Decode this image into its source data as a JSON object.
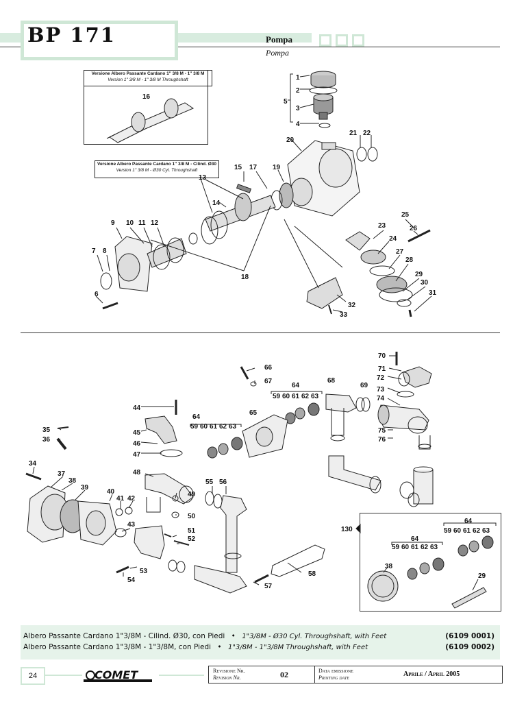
{
  "header": {
    "title": "BP 171",
    "section_it": "Pompa",
    "section_en": "Pompa"
  },
  "insets": [
    {
      "line1": "Versione Albero Passante Cardano 1\" 3/8 M - 1\" 3/8 M",
      "line2": "Version 1\" 3/8 M - 1\" 3/8 M Throughshaft"
    },
    {
      "line1": "Versione Albero Passante Cardano 1\" 3/8 M - Cilind. Ø30",
      "line2": "Version 1\" 3/8 M - Ø30 Cyl. Throughshaft"
    }
  ],
  "callouts_top": [
    "1",
    "2",
    "5",
    "3",
    "4",
    "16",
    "20",
    "21",
    "22",
    "15",
    "17",
    "19",
    "13",
    "14",
    "9",
    "10",
    "11",
    "12",
    "7",
    "8",
    "18",
    "6",
    "25",
    "26",
    "23",
    "24",
    "27",
    "28",
    "29",
    "30",
    "31",
    "32",
    "33"
  ],
  "callouts_bottom": [
    "70",
    "71",
    "72",
    "73",
    "74",
    "66",
    "67",
    "64",
    "59",
    "60",
    "61",
    "62",
    "63",
    "68",
    "69",
    "44",
    "65",
    "35",
    "36",
    "45",
    "46",
    "47",
    "75",
    "76",
    "34",
    "48",
    "37",
    "38",
    "39",
    "40",
    "41",
    "42",
    "55",
    "56",
    "49",
    "50",
    "43",
    "51",
    "52",
    "53",
    "54",
    "58",
    "57",
    "130",
    "29"
  ],
  "footer": {
    "rows": [
      {
        "it": "Albero Passante Cardano 1\"3/8M - Cilind. Ø30, con Piedi",
        "bullet": "•",
        "en": "1\"3/8M - Ø30 Cyl. Throughshaft, with Feet",
        "code": "(6109 0001)"
      },
      {
        "it": "Albero Passante Cardano 1\"3/8M - 1\"3/8M, con Piedi",
        "bullet": "•",
        "en": "1\"3/8M - 1\"3/8M Throughshaft, with Feet",
        "code": "(6109 0002)"
      }
    ],
    "page_number": "24",
    "logo_text": "COMET",
    "revision_label_it": "Revisione Nr.",
    "revision_label_en": "Revision Nr.",
    "revision_value": "02",
    "date_label_it": "Data emissione",
    "date_label_en": "Printing date",
    "date_value": "Aprile / April 2005"
  }
}
